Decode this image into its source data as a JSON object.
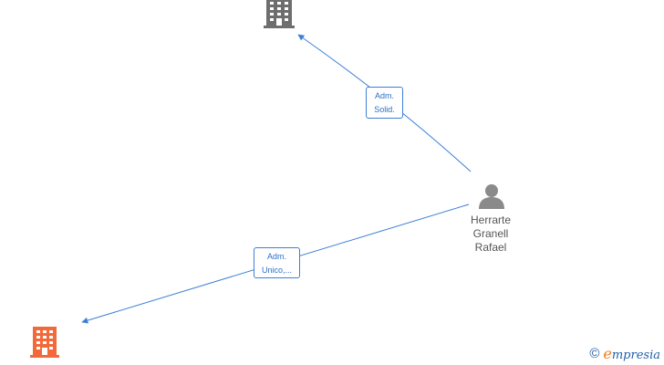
{
  "graph": {
    "nodes": {
      "company_top": {
        "icon": "building-icon",
        "color": "#6e6e6e"
      },
      "person": {
        "icon": "person-icon",
        "color": "#8a8a8a",
        "name_lines": [
          "Herrarte",
          "Granell",
          "Rafael"
        ]
      },
      "company_bottom": {
        "icon": "building-icon",
        "color": "#f26a3a",
        "name_partial": ""
      }
    },
    "edges": [
      {
        "label_lines": [
          "Adm.",
          "Solid."
        ],
        "color": "#3d7fd6"
      },
      {
        "label_lines": [
          "Adm.",
          "Unico,..."
        ],
        "color": "#3d7fd6"
      }
    ]
  },
  "brand": {
    "copyright_symbol": "©",
    "initial": "e",
    "rest": "mpresia"
  }
}
